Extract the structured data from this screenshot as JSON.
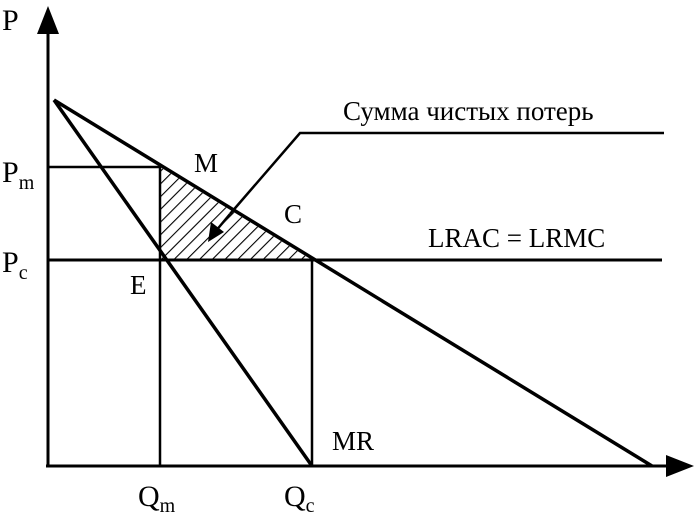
{
  "diagram": {
    "axes": {
      "y_label": "P",
      "x_ticks": {
        "qm": {
          "main": "Q",
          "sub": "m"
        },
        "qc": {
          "main": "Q",
          "sub": "c"
        }
      },
      "y_ticks": {
        "pm": {
          "main": "P",
          "sub": "m"
        },
        "pc": {
          "main": "P",
          "sub": "c"
        }
      }
    },
    "points": {
      "m": "M",
      "c": "C",
      "e": "E"
    },
    "curves": {
      "mr": "MR",
      "cost": "LRAC = LRMC"
    },
    "annotation": "Сумма чистых потерь",
    "colors": {
      "ink": "#000000",
      "background": "#ffffff"
    }
  }
}
